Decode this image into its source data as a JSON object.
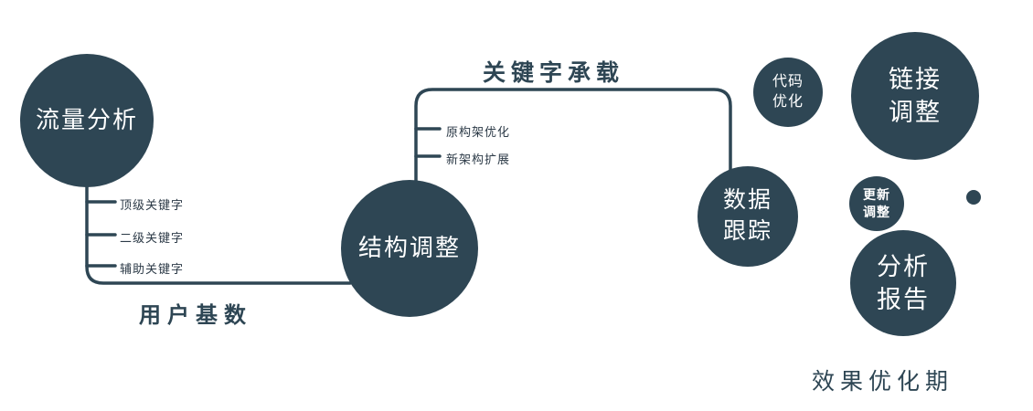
{
  "colors": {
    "primary": "#2e4654",
    "branch_label": "#2c3a47",
    "background": "#ffffff"
  },
  "nodes": {
    "traffic": {
      "label": "流量分析"
    },
    "structure": {
      "label": "结构调整"
    },
    "tracking": {
      "line1": "数据",
      "line2": "跟踪"
    },
    "code": {
      "line1": "代码",
      "line2": "优化"
    },
    "link": {
      "line1": "链接",
      "line2": "调整"
    },
    "update": {
      "line1": "更新",
      "line2": "调整"
    },
    "report": {
      "line1": "分析",
      "line2": "报告"
    }
  },
  "edge_labels": {
    "user_base": "用户基数",
    "keyword_carrying": "关键字承载"
  },
  "branches": {
    "left": [
      "顶级关键字",
      "二级关键字",
      "辅助关键字"
    ],
    "mid": [
      "原构架优化",
      "新架构扩展"
    ]
  },
  "caption": "效果优化期"
}
